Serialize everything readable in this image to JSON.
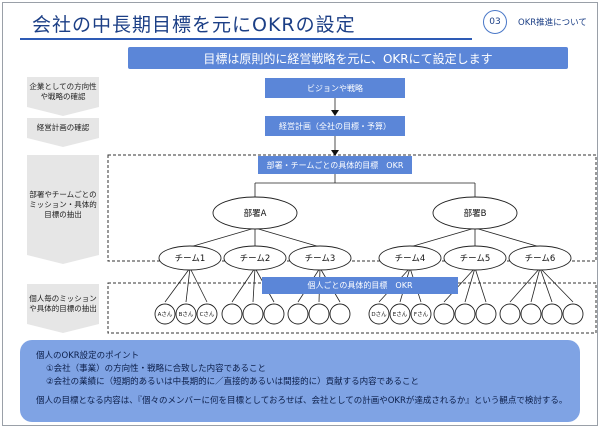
{
  "header": {
    "title": "会社の中長期目標を元にOKRの設定",
    "page_number": "03",
    "section_tag": "OKR推進について"
  },
  "banner": "目標は原則的に経営戦略を元に、OKRにて設定します",
  "steps": [
    "企業としての方向性や戦略の確認",
    "経営計画の確認",
    "部署やチームごとのミッション・具体的目標の抽出",
    "個人毎のミッションや具体的目標の抽出"
  ],
  "flow": {
    "vision": "ビジョンや戦略",
    "plan": "経営計画（全社の目標・予算）",
    "dept_okr": "部署・チームごとの具体的目標　OKR",
    "indiv_okr": "個人ごとの具体的目標　OKR"
  },
  "departments": [
    "部署A",
    "部署B"
  ],
  "teams": [
    "チーム1",
    "チーム2",
    "チーム3",
    "チーム4",
    "チーム5",
    "チーム6"
  ],
  "people": [
    "Aさん",
    "Bさん",
    "Cさん",
    "Dさん",
    "Eさん",
    "Fさん"
  ],
  "bottom": {
    "heading": "個人のOKR設定のポイント",
    "point1": "①会社（事業）の方向性・戦略に合致した内容であること",
    "point2": "②会社の業績に（短期的あるいは中長期的に／直接的あるいは間接的に）貢献する内容であること",
    "summary": "個人の目標となる内容は、『個々のメンバーに何を目標としておろせば、会社としての計画やOKRが達成されるか』という観点で検討する。"
  },
  "colors": {
    "accent": "#5b86d8",
    "title": "#1c3f86",
    "bottom_bg": "#7fa3e4"
  }
}
